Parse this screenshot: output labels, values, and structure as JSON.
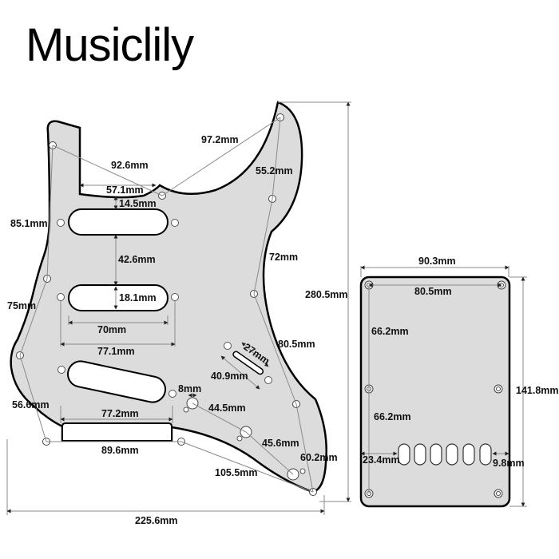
{
  "brand": {
    "title": "Musiclily"
  },
  "colors": {
    "plate_fill": "#dcdcdc",
    "outline": "#000000",
    "dimension_line": "#8a8a8a",
    "background": "#ffffff"
  },
  "pickguard": {
    "name": "SSS Strat pickguard",
    "pickups": [
      "neck single-coil",
      "middle single-coil",
      "bridge single-coil (angled)"
    ],
    "dimensions": {
      "overall_width": "225.6mm",
      "overall_height": "280.5mm",
      "hole_top_left_to_horn": "92.6mm",
      "neck_pocket_width": "57.1mm",
      "pocket_to_neck_pickup": "14.5mm",
      "horn_screw_span": "97.2mm",
      "upper_right_screw": "55.2mm",
      "right_screw_mid": "72mm",
      "right_screw_lower": "80.5mm",
      "left_screw_upper": "85.1mm",
      "left_screw_mid": "75mm",
      "left_screw_lower": "56.6mm",
      "neck_to_middle_pickup": "42.6mm",
      "pickup_height": "18.1mm",
      "pickup_length": "70mm",
      "pickup_screw_span": "77.1mm",
      "switch_slot_length": "27mm",
      "switch_screw_span": "40.9mm",
      "pot_hole_dia": "8mm",
      "pot_spacing_1": "44.5mm",
      "pot_spacing_2": "45.6mm",
      "bottom_right_screw": "60.2mm",
      "bottom_screw_span": "105.5mm",
      "cutout_width": "77.2mm",
      "bottom_hole_span": "89.6mm"
    }
  },
  "backplate": {
    "name": "Tremolo back plate",
    "dimensions": {
      "width": "90.3mm",
      "height": "141.8mm",
      "screw_span_horizontal": "80.5mm",
      "screw_span_vertical_upper": "66.2mm",
      "screw_span_vertical_lower": "66.2mm",
      "left_offset_to_slots": "23.4mm",
      "right_offset_from_slots": "9.8mm"
    },
    "string_slots": 6
  }
}
